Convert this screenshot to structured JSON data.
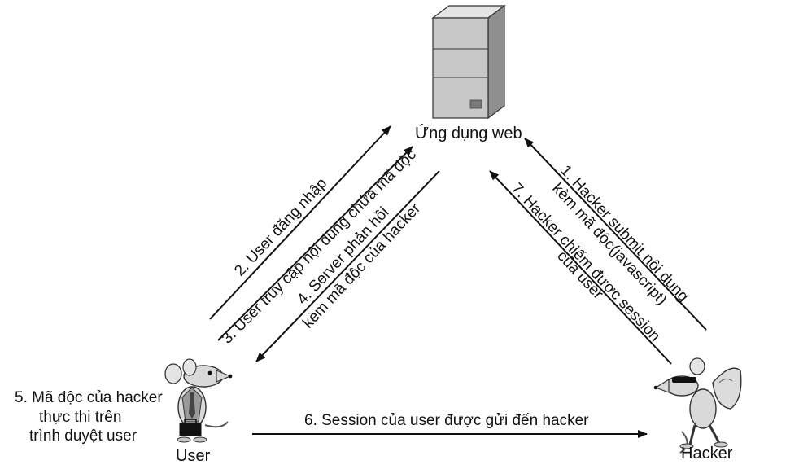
{
  "nodes": {
    "server": {
      "label": "Ứng dụng web",
      "icon": "server-icon"
    },
    "user": {
      "label": "User",
      "icon": "rat-user-icon"
    },
    "hacker": {
      "label": "Hacker",
      "icon": "rat-hacker-icon"
    }
  },
  "steps": {
    "step1_line1": "1. Hacker submit nội dung",
    "step1_line2": "kèm mã độc(javascript)",
    "step2": "2. User đăng nhập",
    "step3": "3. User truy cập nội dung chứa mã độc",
    "step4_line1": "4. Server phản hồi",
    "step4_line2": "kèm mã độc của hacker",
    "step5_line1": "5. Mã độc của hacker",
    "step5_line2": "thực thi trên",
    "step5_line3": "trình duyệt user",
    "step6": "6. Session của user được gửi đến hacker",
    "step7_line1": "7. Hacker chiếm được session",
    "step7_line2": "của user"
  },
  "colors": {
    "line": "#111111",
    "server_face": "#c8c8c8",
    "server_side": "#8f8f8f",
    "rat_body": "#d9d9d9"
  }
}
